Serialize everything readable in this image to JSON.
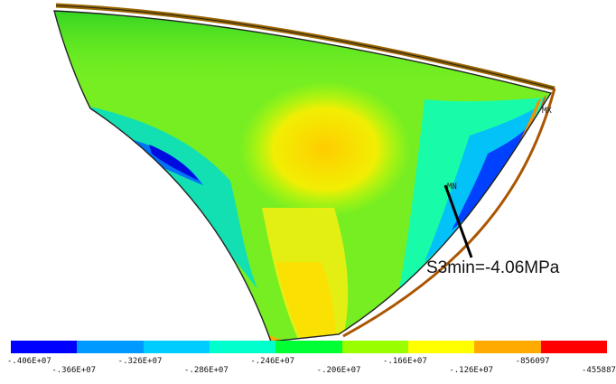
{
  "chart_data": {
    "type": "heatmap",
    "title": "",
    "legend": {
      "placement": "bottom",
      "colors": [
        "#0000ff",
        "#0099ff",
        "#00ccff",
        "#00ffcc",
        "#00ff33",
        "#99ff00",
        "#ffff00",
        "#ffaa00",
        "#ff0000"
      ],
      "tick_labels": [
        "-.406E+07",
        "-.366E+07",
        "-.326E+07",
        "-.286E+07",
        "-.246E+07",
        "-.206E+07",
        "-.166E+07",
        "-.126E+07",
        "-856097",
        "-455887"
      ],
      "tick_values": [
        -4060000,
        -3660000,
        -3260000,
        -2860000,
        -2460000,
        -2060000,
        -1660000,
        -1260000,
        -856097,
        -455887
      ]
    },
    "annotation": {
      "text": "S3min=-4.06MPa",
      "value": -4.06,
      "unit": "MPa"
    },
    "node_tags": {
      "min": "MN",
      "max": "MX"
    }
  }
}
